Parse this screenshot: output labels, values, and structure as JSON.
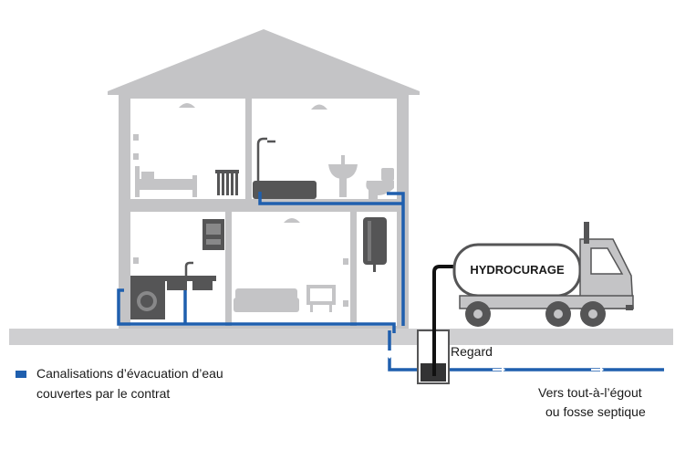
{
  "labels": {
    "truck": "HYDROCURAGE",
    "regard": "Regard",
    "legend_line1": "Canalisations d’évacuation d’eau",
    "legend_line2": "couvertes par le contrat",
    "destination_line1": "Vers tout-à-l’égout",
    "destination_line2": "ou fosse septique"
  },
  "colors": {
    "pipe_blue": "#1f5fae",
    "house_gray": "#c4c4c6",
    "ground_gray": "#cfcfd1",
    "interior_white": "#ffffff",
    "hose_black": "#111111"
  }
}
